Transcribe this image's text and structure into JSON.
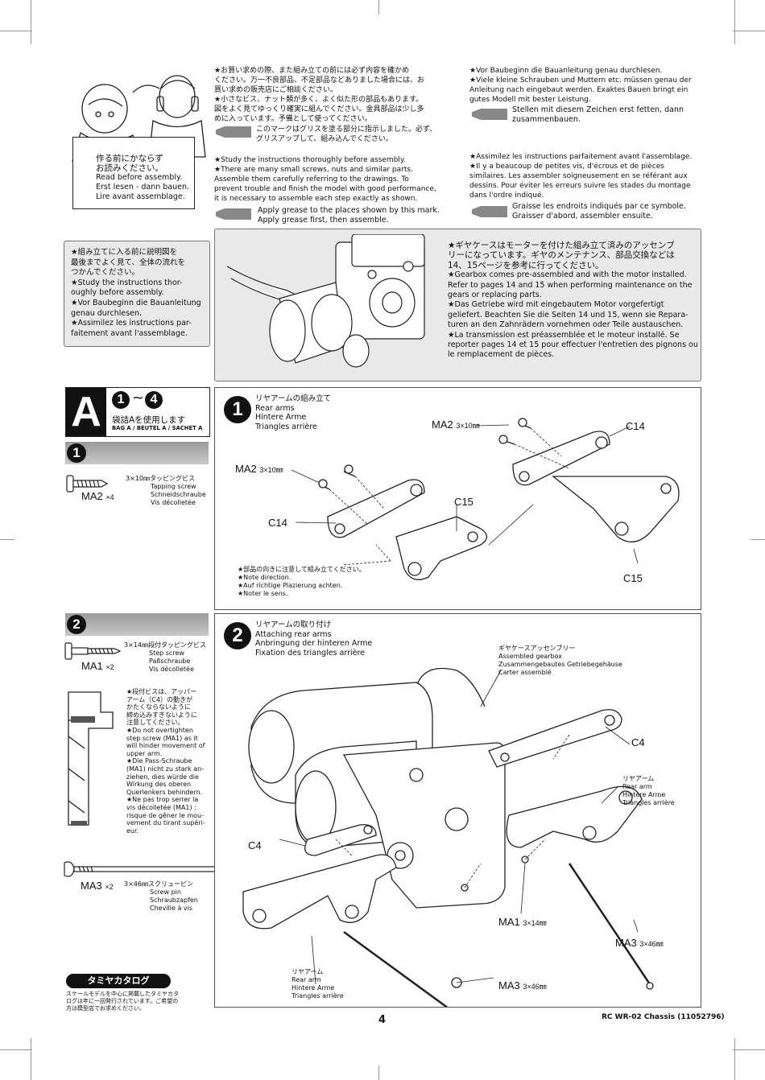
{
  "top": {
    "reading_sign": {
      "jp1": "作る前にかならず",
      "jp2": "お読みください。",
      "en": "Read before assembly.",
      "de": "Erst lesen - dann bauen.",
      "fr": "Lire avant assemblage."
    },
    "jp_lines": [
      "★お買い求めの際、また組み立ての前には必ず内容を確かめ",
      "ください。万一不良部品、不足部品などありました場合には、お",
      "買い求めの販売店にご相談ください。",
      "★小さなビス、ナット類が多く、よく似た形の部品もあります。",
      "図をよく見てゆっくり確実に組んでください。金具部品は少し多",
      "めに入っています。予備として使ってください。"
    ],
    "jp_grease": [
      "このマークはグリスを塗る部分に指示しました。必ず、",
      "グリスアップして、組み込んでください。"
    ],
    "en_lines": [
      "★Study the instructions thoroughly before assembly.",
      "★There are many small screws, nuts and similar parts.",
      "Assemble them carefully referring to the drawings. To",
      "prevent trouble and finish the model with good performance,",
      "it is necessary to assemble each step exactly as shown."
    ],
    "en_grease": [
      "Apply grease to the places shown by this mark.",
      "Apply grease first, then assemble."
    ],
    "de_lines": [
      "★Vor Baubeginn die Bauanleitung genau durchlesen.",
      "★Viele kleine Schrauben und Muttern etc. müssen genau der",
      "Anleitung nach eingebaut werden. Exaktes Bauen bringt ein",
      "gutes Modell mit bester Leistung."
    ],
    "de_grease": [
      "Stellen mit diesem Zeichen erst fetten, dann",
      "zusammenbauen."
    ],
    "fr_lines": [
      "★Assimilez les instructions parfaitement avant l'assemblage.",
      "★Il y a beaucoup de petites vis, d'écrous et de pièces",
      "similaires. Les assembler soigneusement en se référant aux",
      "dessins. Pour éviter les erreurs suivre les stades du montage",
      "dans l'ordre indiqué."
    ],
    "fr_grease": [
      "Graisse les endroits indiqués par ce symbole.",
      "Graisser d'abord, assembler ensuite."
    ]
  },
  "note_box": {
    "lines": [
      "★組み立てに入る前に説明図を",
      "最後までよく見て、全体の流れを",
      "つかんでください。",
      "★Study the instructions thor-",
      "oughly before assembly.",
      "★Vor Baubeginn die Bauanleitung",
      "genau durchlesen.",
      "★Assimilez les instructions par-",
      "faitement avant l'assemblage."
    ]
  },
  "gearbox_box": {
    "lines": [
      "★ギヤケースはモーターを付けた組み立て済みのアッセンブ",
      "リーになっています。ギヤのメンテナンス、部品交換などは",
      "14、15ページを参考に行ってください。",
      "★Gearbox comes pre-assembled and with the motor installed.",
      "Refer to pages 14 and 15 when performing maintenance on the",
      "gears or replacing parts.",
      "★Das Getriebe wird mit eingebautem Motor vorgefertigt",
      "geliefert. Beachten Sie die Seiten 14 und 15, wenn sie Repara-",
      "turen an den Zahnrädern vornehmen oder Teile austauschen.",
      "★La transmission est préassemblée et le moteur installé. Se",
      "reporter pages 14 et 15 pour effectuer l'entretien des pignons ou",
      "le remplacement de pièces."
    ]
  },
  "bag": {
    "letter": "A",
    "from": "1",
    "tilde": "~",
    "to": "4",
    "jp": "袋詰Aを使用します",
    "sub": "BAG A / BEUTEL A / SACHET A"
  },
  "parts1": {
    "step": "1",
    "screw_label": "MA2",
    "qty": "×4",
    "desc": [
      "3×10㎜タッピングビス",
      "Tapping screw",
      "Schneidschraube",
      "Vis décolletée"
    ]
  },
  "step1": {
    "number": "1",
    "title": [
      "リヤアームの組み立て",
      "Rear arms",
      "Hintere Arme",
      "Triangles arrière"
    ],
    "labels": {
      "ma2_right": "MA2",
      "ma2_right_size": "3×10㎜",
      "ma2_left": "MA2",
      "ma2_left_size": "3×10㎜",
      "c14_right": "C14",
      "c14_left": "C14",
      "c15_mid": "C15",
      "c15_right": "C15"
    },
    "note": [
      "★部品の向きに注意して組み立てください。",
      "★Note direction.",
      "★Auf richtige Plazierung achten.",
      "★Noter le sens."
    ]
  },
  "parts2": {
    "step": "2",
    "ma1_label": "MA1",
    "ma1_qty": "×2",
    "ma1_desc": [
      "3×14㎜段付タッピングビス",
      "Step screw",
      "Paßschraube",
      "Vis décolletée"
    ],
    "caution": [
      "★段付ビスは、アッパー",
      "アーム（C4）の動きが",
      "かたくならないように",
      "締め込みすぎないように",
      "注意してください。",
      "★Do not overtighten",
      "step screw (MA1) as it",
      "will hinder movement of",
      "upper arm.",
      "★Die Pass-Schraube",
      "(MA1) nicht zu stark an-",
      "ziehen, dies würde die",
      "Wirkung des oberen",
      "Querlenkers behindern.",
      "★Ne pas trop serrer la",
      "vis décolletée (MA1) :",
      "risque de gêner le mou-",
      "vement du tirant supéri-",
      "eur."
    ],
    "ma3_label": "MA3",
    "ma3_qty": "×2",
    "ma3_desc": [
      "3×46㎜スクリューピン",
      "Screw pin",
      "Schraubzapfen",
      "Cheville à vis"
    ]
  },
  "step2": {
    "number": "2",
    "title": [
      "リヤアームの取り付け",
      "Attaching rear arms",
      "Anbringung der hinteren Arme",
      "Fixation des triangles arrière"
    ],
    "gearbox_label": [
      "ギヤケースアッセンブリー",
      "Assembled gearbox",
      "Zusammengebautes Getriebegehäuse",
      "Carter assemblé"
    ],
    "c4_right": "C4",
    "c4_left": "C4",
    "reararm_right": [
      "リヤアーム",
      "Rear arm",
      "Hintere Arme",
      "Triangles arrière"
    ],
    "reararm_bottom": [
      "リヤアーム",
      "Rear arm",
      "Hintere Arme",
      "Triangles arrière"
    ],
    "ma1": "MA1",
    "ma1_size": "3×14㎜",
    "ma3_right": "MA3",
    "ma3_right_size": "3×46㎜",
    "ma3_bottom": "MA3",
    "ma3_bottom_size": "3×46㎜"
  },
  "catalog": {
    "title": "タミヤカタログ",
    "lines": [
      "スケールモデルを中心に掲載したタミヤカタ",
      "ログは年に一回発行されています。ご希望の",
      "方は模型店でお求めください。"
    ]
  },
  "footer": {
    "page": "4",
    "model": "RC WR-02 Chassis (11052796)"
  }
}
